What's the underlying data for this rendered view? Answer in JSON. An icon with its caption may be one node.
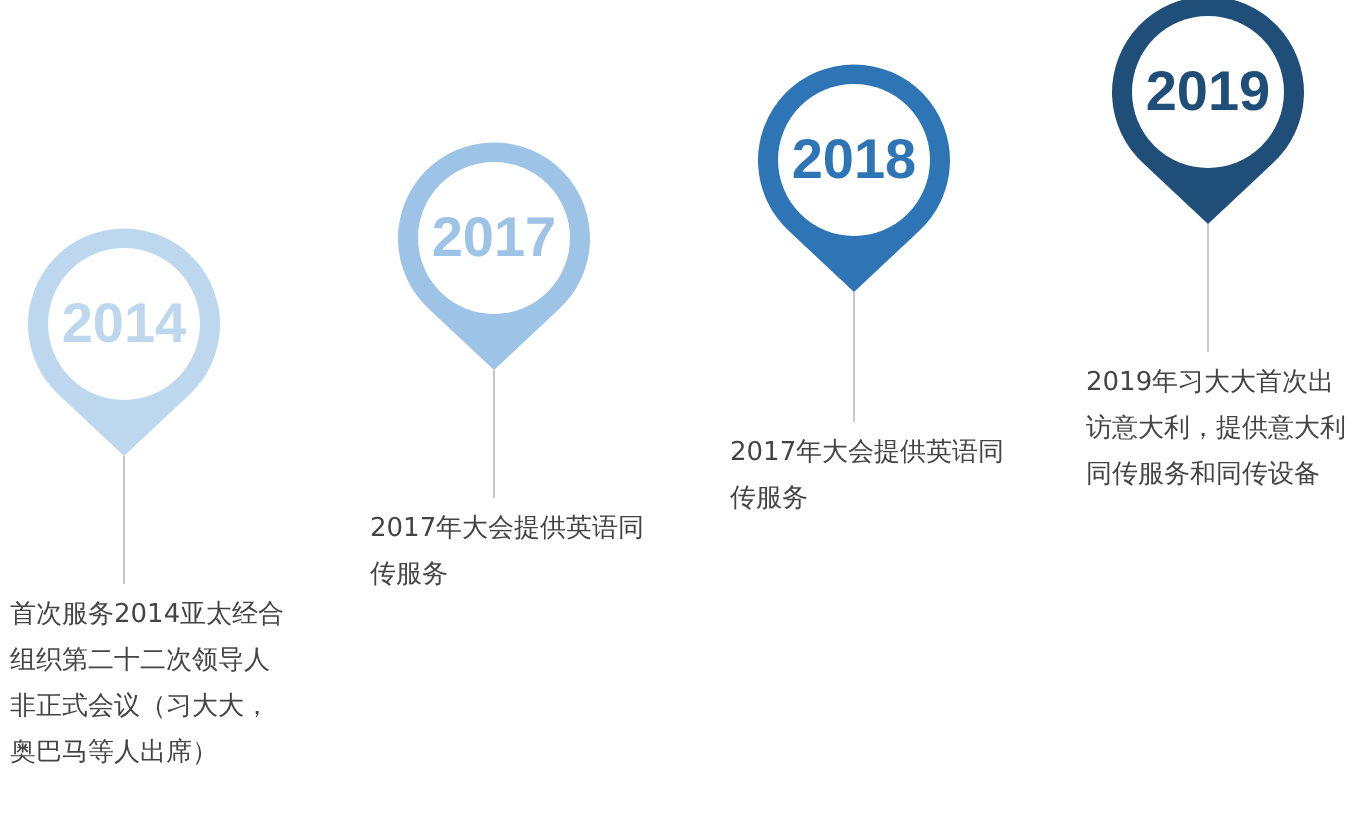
{
  "diagram": {
    "nodes": [
      {
        "text": [
          "2014"
        ]
      },
      {
        "text": [
          "首次服务2014亚太经合组织第二十二次领导人非正式会议（习大大，奥巴马等人出席）"
        ]
      },
      {
        "text": [
          "2017"
        ]
      },
      {
        "text": [
          "2017年大会提供英语同传服务"
        ]
      },
      {
        "text": [
          "2018"
        ]
      },
      {
        "text": [
          "2017年大会提供英语同传服务"
        ]
      },
      {
        "text": [
          "2019"
        ]
      },
      {
        "text": [
          "2019年习大大首次出访意大利，提供意大利同传服务和同传设备"
        ]
      }
    ],
    "edges": [
      {
        "from": 0,
        "to": 1,
        "arrow": "none",
        "color": "#c8c8c8"
      },
      {
        "from": 2,
        "to": 3,
        "arrow": "none",
        "color": "#c8c8c8"
      },
      {
        "from": 4,
        "to": 5,
        "arrow": "none",
        "color": "#c8c8c8"
      },
      {
        "from": 6,
        "to": 7,
        "arrow": "none",
        "color": "#c8c8c8"
      }
    ]
  }
}
